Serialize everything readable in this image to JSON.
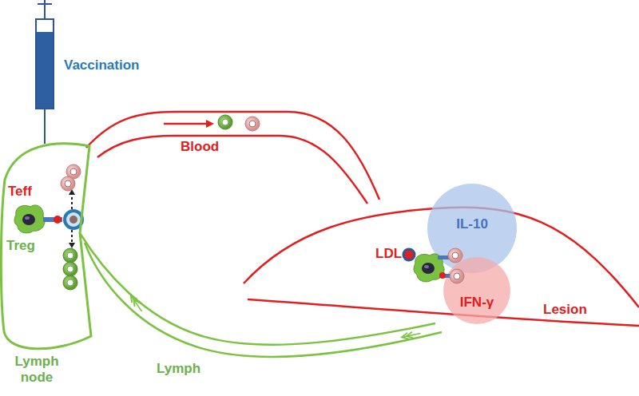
{
  "diagram": {
    "nodes": [
      {
        "text": [
          "Lymph node"
        ]
      },
      {
        "text": [
          "Lesion"
        ]
      },
      {
        "text": [
          "IL-10"
        ],
        "in": 1
      },
      {
        "text": [
          "IFN-γ"
        ],
        "in": 1
      }
    ],
    "edges": [
      {
        "from": 0,
        "to": 1,
        "label": "Blood",
        "arrow": "to"
      },
      {
        "from": 1,
        "to": 0,
        "label": "Lymph",
        "arrow": "to"
      }
    ],
    "labels": [
      "Vaccination",
      "Teff",
      "Treg",
      "LDL"
    ]
  }
}
